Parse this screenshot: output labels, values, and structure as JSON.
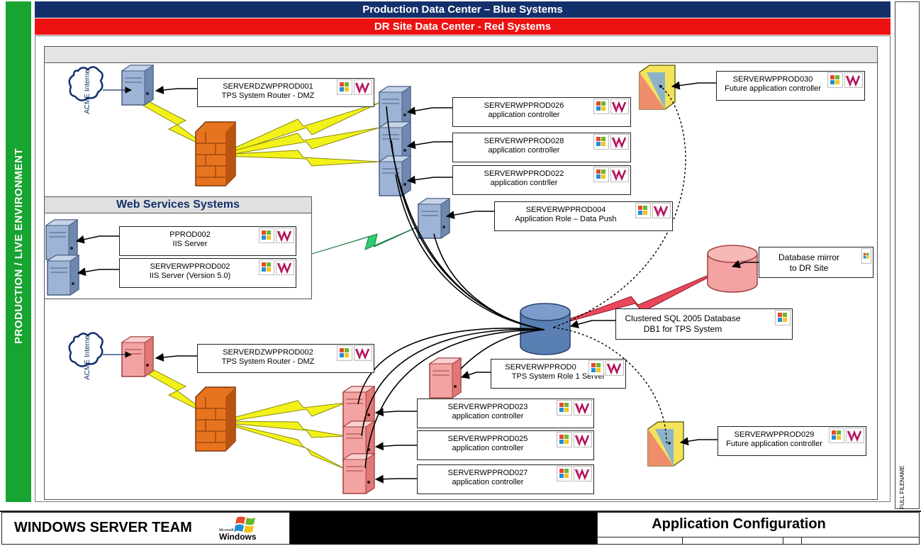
{
  "banners": {
    "production": "Production Data Center – Blue Systems",
    "dr": "DR Site Data Center  - Red Systems"
  },
  "side_label": "PRODUCTION / LIVE ENVIRONMENT",
  "right_label": "FULL FILENAME",
  "web_services": {
    "title": "Web Services Systems"
  },
  "clouds": [
    {
      "text": "ACME Internet"
    },
    {
      "text": "ACME Internet"
    }
  ],
  "labels": {
    "dmz1": {
      "name": "SERVERDZWPPROD001",
      "role": "TPS System Router - DMZ"
    },
    "p026": {
      "name": "SERVERWPPROD026",
      "role": "application controller"
    },
    "p028": {
      "name": "SERVERWPPROD028",
      "role": "application controller"
    },
    "p022": {
      "name": "SERVERWPPROD022",
      "role": "application contrller"
    },
    "p004": {
      "name": "SERVERWPPROD004",
      "role": "Application Role – Data Push"
    },
    "p030": {
      "name": "SERVERWPPROD030",
      "role": "Future application controller"
    },
    "iis1": {
      "name": "PPROD002",
      "role": "IIS Server"
    },
    "iis2": {
      "name": "SERVERWPPROD002",
      "role": "IIS Server (Version 5.0)"
    },
    "mirror": {
      "name": "Database  mirror",
      "role": "to DR Site"
    },
    "sql": {
      "name": "Clustered SQL 2005 Database",
      "role": "DB1 for TPS System"
    },
    "dmz2": {
      "name": "SERVERDZWPPROD002",
      "role": "TPS System Router - DMZ"
    },
    "p0x": {
      "name": "SERVERWPPROD0",
      "role": "TPS System Role 1 Server"
    },
    "p023": {
      "name": "SERVERWPPROD023",
      "role": "application controller"
    },
    "p025": {
      "name": "SERVERWPPROD025",
      "role": "application controller"
    },
    "p027": {
      "name": "SERVERWPPROD027",
      "role": "application controller"
    },
    "p029": {
      "name": "SERVERWPPROD029",
      "role": "Future application controller"
    }
  },
  "footer": {
    "team": "WINDOWS SERVER TEAM",
    "logo_small": "Microsoft",
    "logo_text": "Windows",
    "title": "Application Configuration"
  },
  "colors": {
    "blue_banner": "#14306b",
    "red_banner": "#ee1111",
    "side_bar": "#17a431",
    "blue_server": "#9db4d6",
    "red_server": "#f4a3a3",
    "firewall": "#e8731f",
    "lightning": "#f2f21a",
    "db": "#5a7fb3"
  }
}
